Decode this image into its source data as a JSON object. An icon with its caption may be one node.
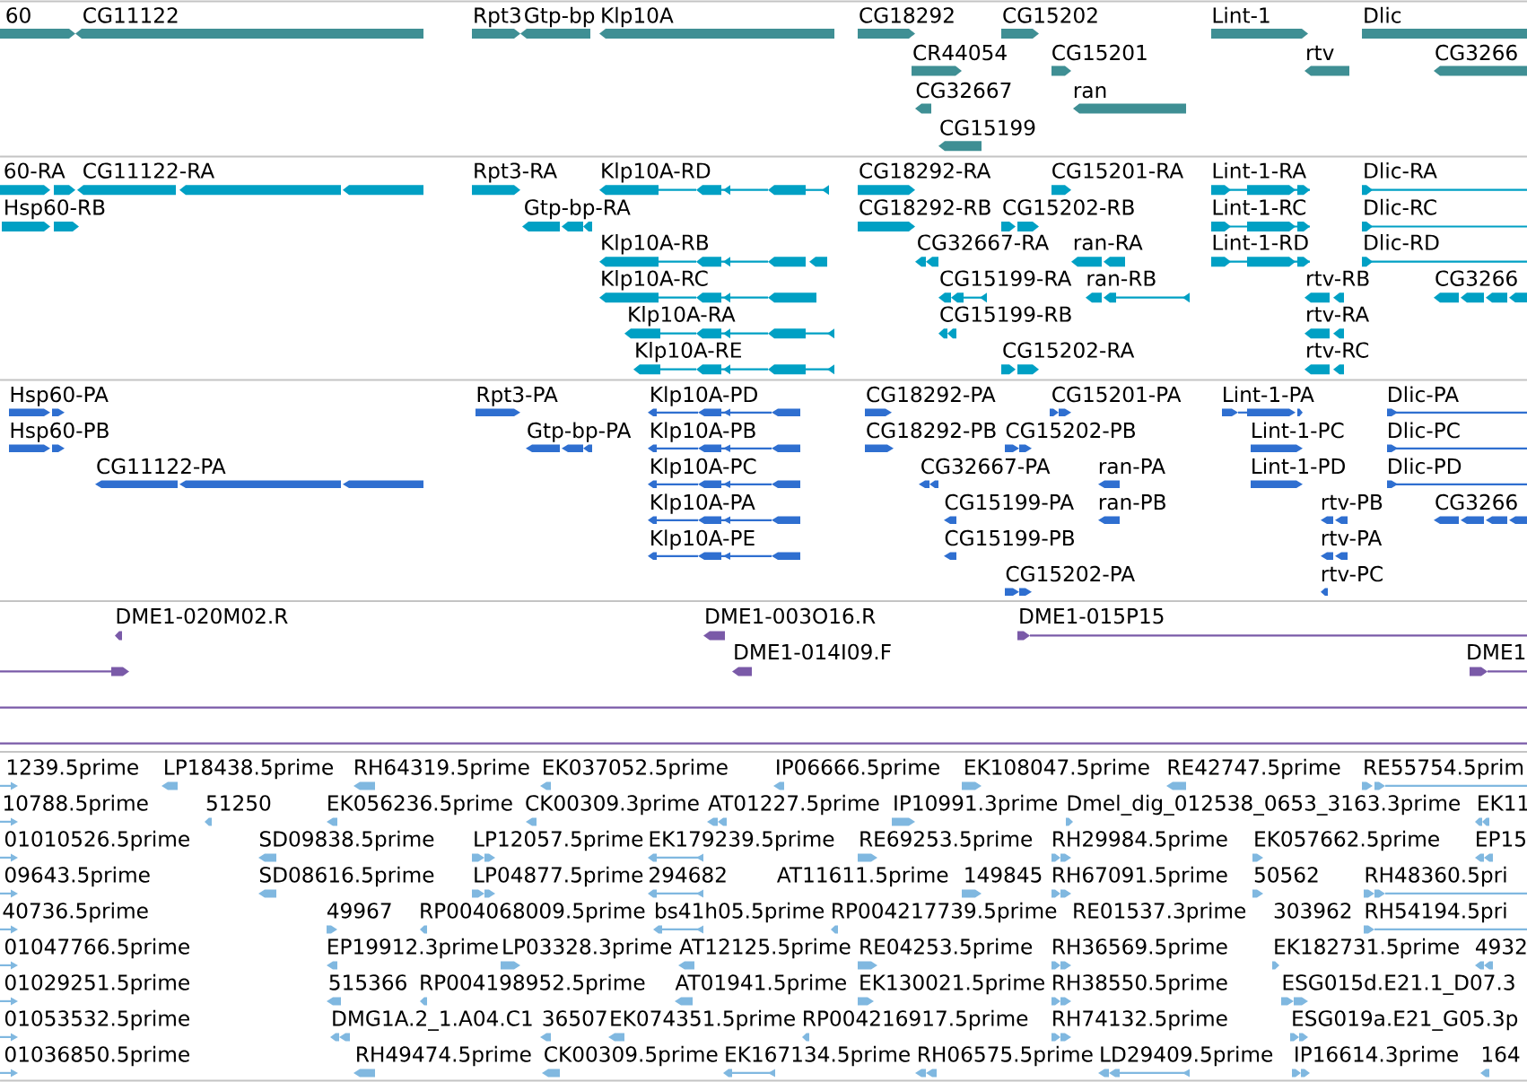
{
  "diagram": {
    "labels": [
      "60",
      "CG11122",
      "Rpt3",
      "Gtp-bp",
      "Klp10A",
      "CG18292",
      "CG15202",
      "Lint-1",
      "Dlic",
      "CR44054",
      "CG15201",
      "rtv",
      "CG3266",
      "CG32667",
      "ran",
      "CG15199",
      "60-RA",
      "CG11122-RA",
      "Rpt3-RA",
      "Klp10A-RD",
      "CG18292-RA",
      "CG15201-RA",
      "Lint-1-RA",
      "Dlic-RA",
      "Hsp60-RB",
      "Gtp-bp-RA",
      "CG18292-RB",
      "CG15202-RB",
      "Lint-1-RC",
      "Dlic-RC",
      "Klp10A-RB",
      "CG32667-RA",
      "ran-RA",
      "Lint-1-RD",
      "Dlic-RD",
      "Klp10A-RC",
      "CG15199-RA",
      "ran-RB",
      "rtv-RB",
      "CG3266",
      "Klp10A-RA",
      "CG15199-RB",
      "rtv-RA",
      "Klp10A-RE",
      "CG15202-RA",
      "rtv-RC",
      "Hsp60-PA",
      "Rpt3-PA",
      "Klp10A-PD",
      "CG18292-PA",
      "CG15201-PA",
      "Lint-1-PA",
      "Dlic-PA",
      "Hsp60-PB",
      "Gtp-bp-PA",
      "Klp10A-PB",
      "CG18292-PB",
      "CG15202-PB",
      "Lint-1-PC",
      "Dlic-PC",
      "CG11122-PA",
      "Klp10A-PC",
      "CG32667-PA",
      "ran-PA",
      "Lint-1-PD",
      "Dlic-PD",
      "Klp10A-PA",
      "CG15199-PA",
      "ran-PB",
      "rtv-PB",
      "CG3266",
      "Klp10A-PE",
      "CG15199-PB",
      "rtv-PA",
      "CG15202-PA",
      "rtv-PC",
      "DME1-020M02.R",
      "DME1-003O16.R",
      "DME1-015P15",
      "DME1-014I09.F",
      "DME1",
      "1239.5prime",
      "LP18438.5prime",
      "RH64319.5prime",
      "EK037052.5prime",
      "IP06666.5prime",
      "EK108047.5prime",
      "RE42747.5prime",
      "RE55754.5prim",
      "10788.5prime",
      "51250",
      "EK056236.5prime",
      "CK00309.3prime",
      "AT01227.5prime",
      "IP10991.3prime",
      "Dmel_dig_012538_0653_3163.3prime",
      "EK11",
      "01010526.5prime",
      "SD09838.5prime",
      "LP12057.5prime",
      "EK179239.5prime",
      "RE69253.5prime",
      "RH29984.5prime",
      "EK057662.5prime",
      "EP15",
      "09643.5prime",
      "SD08616.5prime",
      "LP04877.5prime",
      "294682",
      "AT11611.5prime",
      "149845",
      "RH67091.5prime",
      "50562",
      "RH48360.5pri",
      "40736.5prime",
      "49967",
      "RP004068009.5prime",
      "bs41h05.5prime",
      "RP004217739.5prime",
      "RE01537.3prime",
      "303962",
      "RH54194.5pri",
      "01047766.5prime",
      "EP19912.3prime",
      "LP03328.3prime",
      "AT12125.5prime",
      "RE04253.5prime",
      "RH36569.5prime",
      "EK182731.5prime",
      "4932",
      "01029251.5prime",
      "515366",
      "RP004198952.5prime",
      "AT01941.5prime",
      "EK130021.5prime",
      "RH38550.5prime",
      "ESG015d.E21.1_D07.3",
      "01053532.5prime",
      "DMG1A.2_1.A04.C1",
      "36507",
      "EK074351.5prime",
      "RP004216917.5prime",
      "RH74132.5prime",
      "ESG019a.E21_G05.3p",
      "01036850.5prime",
      "RH49474.5prime",
      "CK00309.5prime",
      "EK167134.5prime",
      "RH06575.5prime",
      "LD29409.5prime",
      "IP16614.3prime",
      "164"
    ]
  }
}
